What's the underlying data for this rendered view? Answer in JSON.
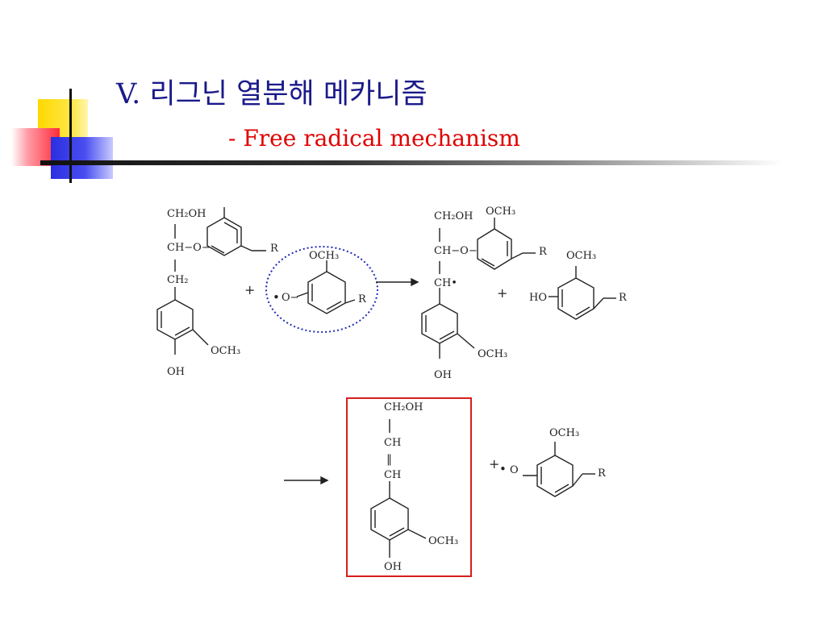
{
  "slide": {
    "title": "V. 리그닌 열분해 메카니즘",
    "subtitle": "- Free radical mechanism"
  },
  "reactants": {
    "lignin_unit": {
      "top": "CH₂OH",
      "ether": "CH−O−",
      "bottom": "CH₂",
      "ring_sub_methoxy": "OCH₃",
      "ring_sub_hydroxy": "OH",
      "r_group": "R"
    },
    "plus": "+",
    "phenoxy_radical": {
      "dot": "•",
      "oxygen": "O−",
      "methoxy": "OCH₃",
      "r_group": "R"
    }
  },
  "products_step1": {
    "radical_unit": {
      "top": "CH₂OH",
      "ether": "CH−O−",
      "radical": "CH•",
      "methoxy_top": "OCH₃",
      "ring_sub_methoxy": "OCH₃",
      "ring_sub_hydroxy": "OH",
      "r_group": "R"
    },
    "plus": "+",
    "phenol": {
      "hydroxy": "HO",
      "methoxy": "OCH₃",
      "r_group": "R"
    }
  },
  "products_step2": {
    "coniferyl": {
      "top": "CH₂OH",
      "ch_upper": "CH",
      "double_bond": "‖",
      "ch_lower": "CH",
      "ring_sub_methoxy": "OCH₃",
      "ring_sub_hydroxy": "OH"
    },
    "plus": "+",
    "phenoxy": {
      "dot": "•",
      "oxygen": "O",
      "methoxy": "OCH₃",
      "r_group": "R"
    }
  },
  "colors": {
    "title": "#1a1a8a",
    "subtitle": "#e00000",
    "highlight_circle": "#1f2ab8",
    "highlight_box": "#d81e1e"
  }
}
